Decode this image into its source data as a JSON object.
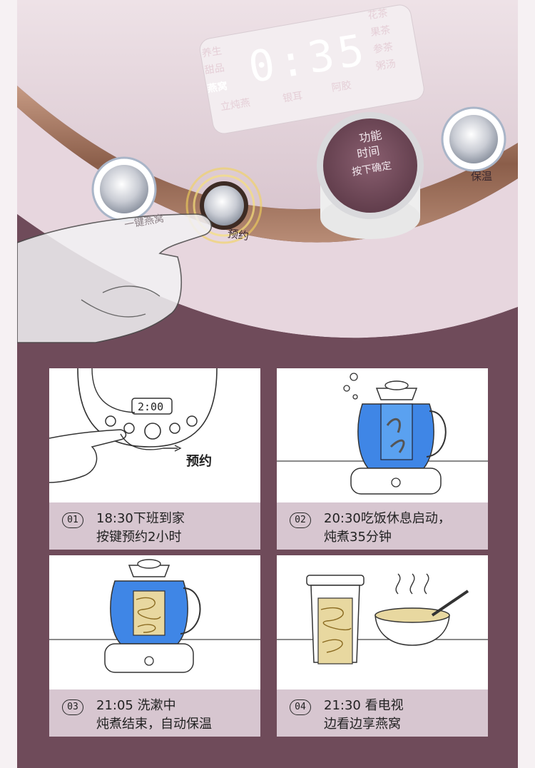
{
  "display": {
    "time": "0:35",
    "modes_left": [
      "养生",
      "甜品",
      "燕窝",
      "立炖燕"
    ],
    "modes_right": [
      "花茶",
      "果茶",
      "参茶",
      "粥汤"
    ],
    "modes_bottom": [
      "银耳",
      "阿胶"
    ],
    "active_mode": "燕窝"
  },
  "controls": {
    "knob_line1": "功能",
    "knob_line2": "时间",
    "knob_line3": "按下确定",
    "keep_warm": "保温",
    "preset": "预约",
    "one_key": "一键燕窝"
  },
  "steps": [
    {
      "num": "01",
      "line1": "18:30下班到家",
      "line2": "按键预约2小时",
      "display": "2:00",
      "pointer_label": "预约"
    },
    {
      "num": "02",
      "line1": "20:30吃饭休息启动，",
      "line2": "炖煮35分钟"
    },
    {
      "num": "03",
      "line1": "21:05 洗漱中",
      "line2": "炖煮结束，自动保温"
    },
    {
      "num": "04",
      "line1": "21:30 看电视",
      "line2": "边看边享燕窝"
    }
  ],
  "colors": {
    "background": "#6f4b5a",
    "caption_band": "#d7c6d0",
    "device_body": "#e8d8df",
    "trim": "#a87860",
    "water": "#3f86e6"
  }
}
